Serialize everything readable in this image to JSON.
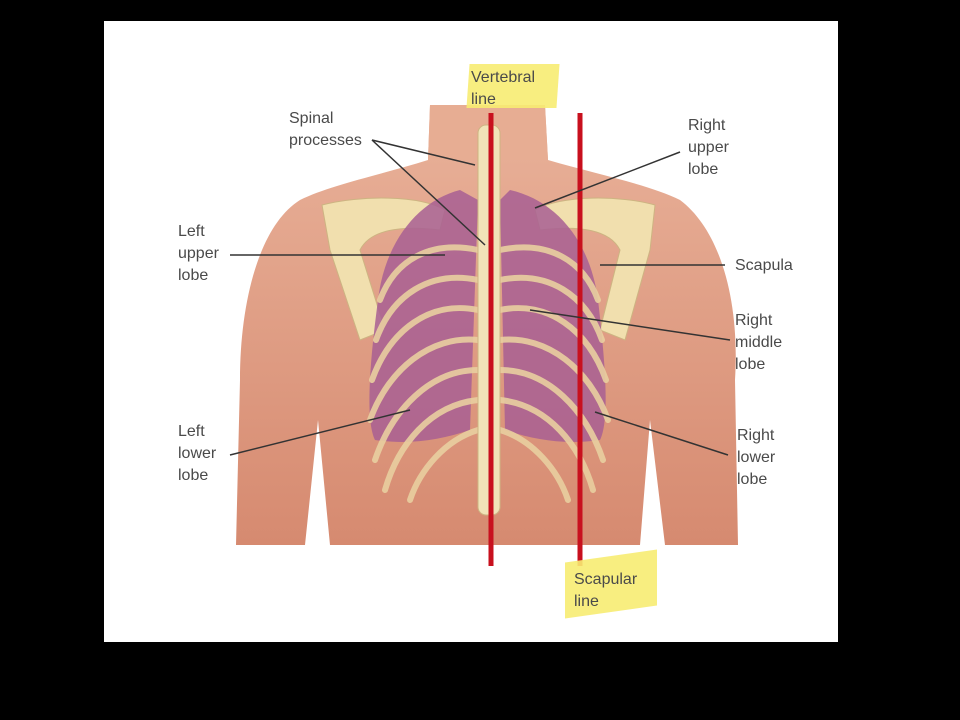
{
  "figure": {
    "subject": "Posterior thorax with lung lobes and reference lines",
    "labels": {
      "vertebral_line": "Vertebral\nline",
      "scapular_line": "Scapular\nline",
      "spinal_processes": "Spinal\nprocesses",
      "left_upper_lobe": "Left\nupper\nlobe",
      "left_lower_lobe": "Left\nlower\nlobe",
      "right_upper_lobe": "Right\nupper\nlobe",
      "scapula": "Scapula",
      "right_middle_lobe": "Right\nmiddle\nlobe",
      "right_lower_lobe": "Right\nlower\nlobe"
    },
    "colors": {
      "reference_line": "#c8101e",
      "highlight": "#f7ec72",
      "lung": "#a85f93",
      "skin": "#d9957a",
      "bone": "#efdcaa",
      "leader_line": "#333333",
      "label_text": "#4a4a4a"
    }
  }
}
